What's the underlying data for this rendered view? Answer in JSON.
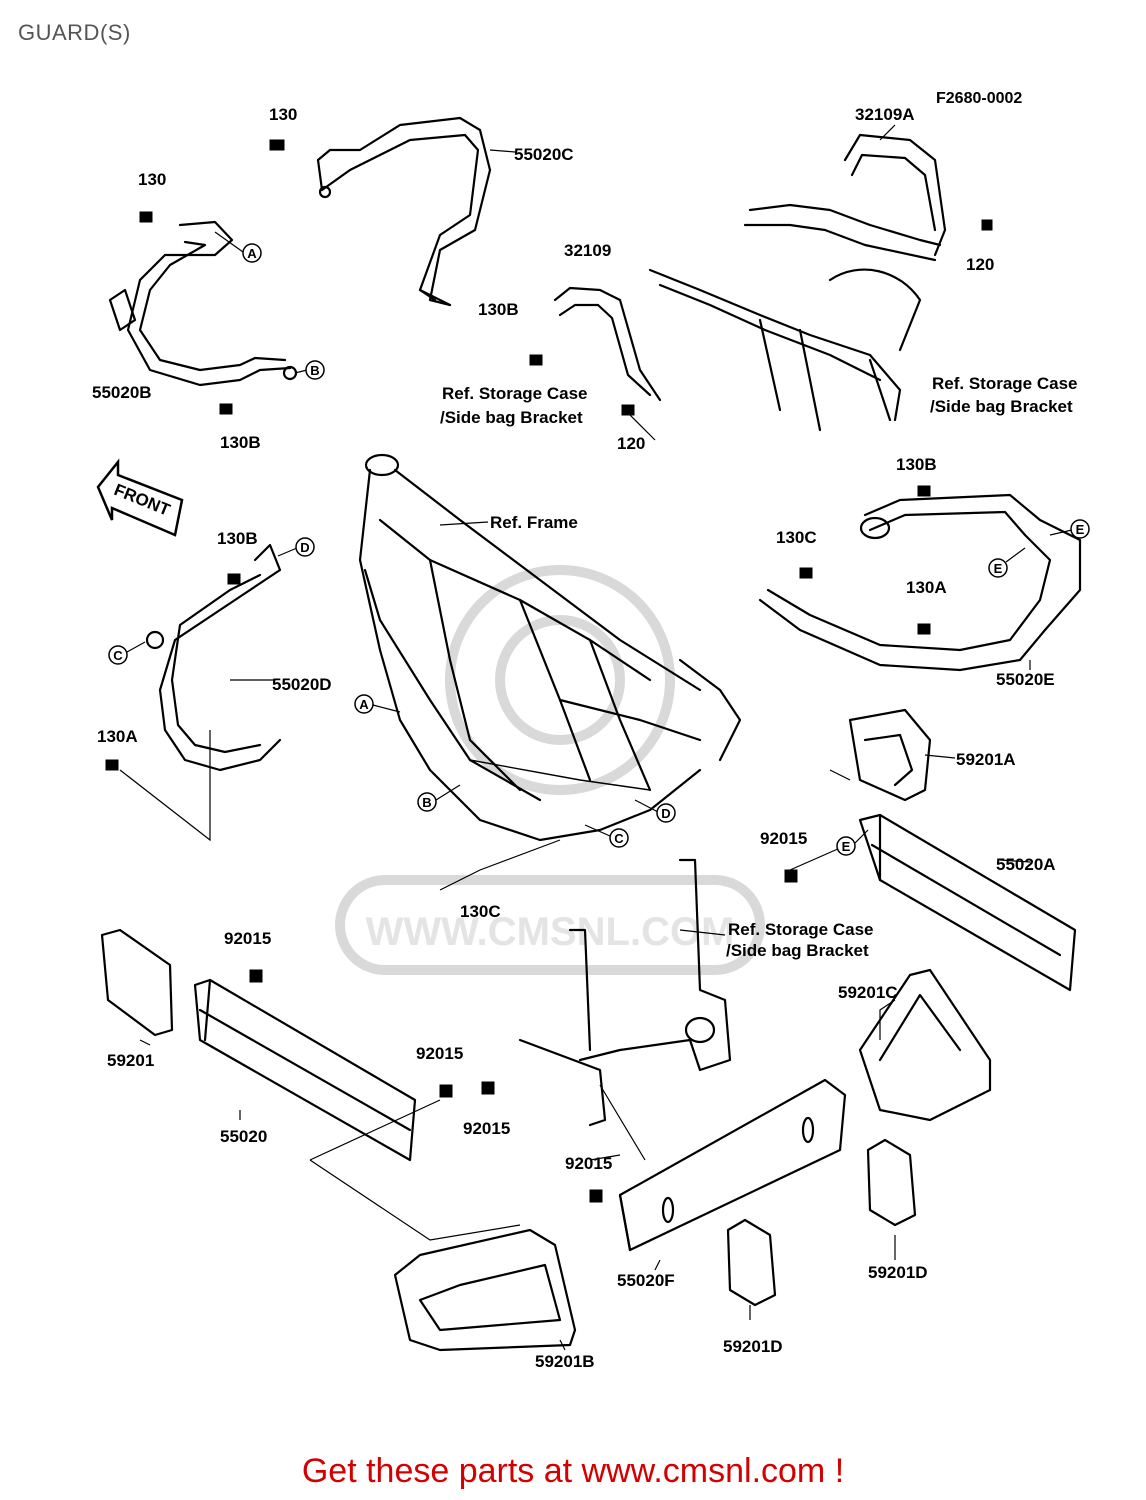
{
  "title": "GUARD(S)",
  "drawing_number": "F2680-0002",
  "front_label": "FRONT",
  "watermark": "WWW.CMSNL.COM",
  "footer": "Get these parts at www.cmsnl.com !",
  "colors": {
    "footer": "#d40000",
    "watermark": "#d9d9d9",
    "title": "#555555"
  },
  "labels": {
    "p130_top": "130",
    "p130_left": "130",
    "p55020C": "55020C",
    "p32109A": "32109A",
    "p120_right": "120",
    "p32109": "32109",
    "p130B_mid": "130B",
    "p55020B": "55020B",
    "p130B_left": "130B",
    "ref_storage_1": "Ref. Storage Case",
    "ref_storage_1b": "/Side bag Bracket",
    "p120_mid": "120",
    "ref_storage_2": "Ref. Storage Case",
    "ref_storage_2b": "/Side bag Bracket",
    "ref_frame": "Ref. Frame",
    "p130B_right": "130B",
    "p130B_d": "130B",
    "p130C_right": "130C",
    "p130A_right": "130A",
    "p55020D": "55020D",
    "p55020E": "55020E",
    "p130A_left": "130A",
    "p59201A": "59201A",
    "p92015_a": "92015",
    "p55020A": "55020A",
    "p130C_bottom": "130C",
    "ref_storage_3": "Ref. Storage Case",
    "ref_storage_3b": "/Side bag Bracket",
    "p92015_b": "92015",
    "p59201C": "59201C",
    "p59201": "59201",
    "p92015_c": "92015",
    "p92015_d": "92015",
    "p55020": "55020",
    "p92015_e": "92015",
    "p59201D_right": "59201D",
    "p55020F": "55020F",
    "p59201D_mid": "59201D",
    "p59201B": "59201B"
  },
  "callouts": {
    "A": "A",
    "B": "B",
    "C": "C",
    "D": "D",
    "E": "E"
  }
}
